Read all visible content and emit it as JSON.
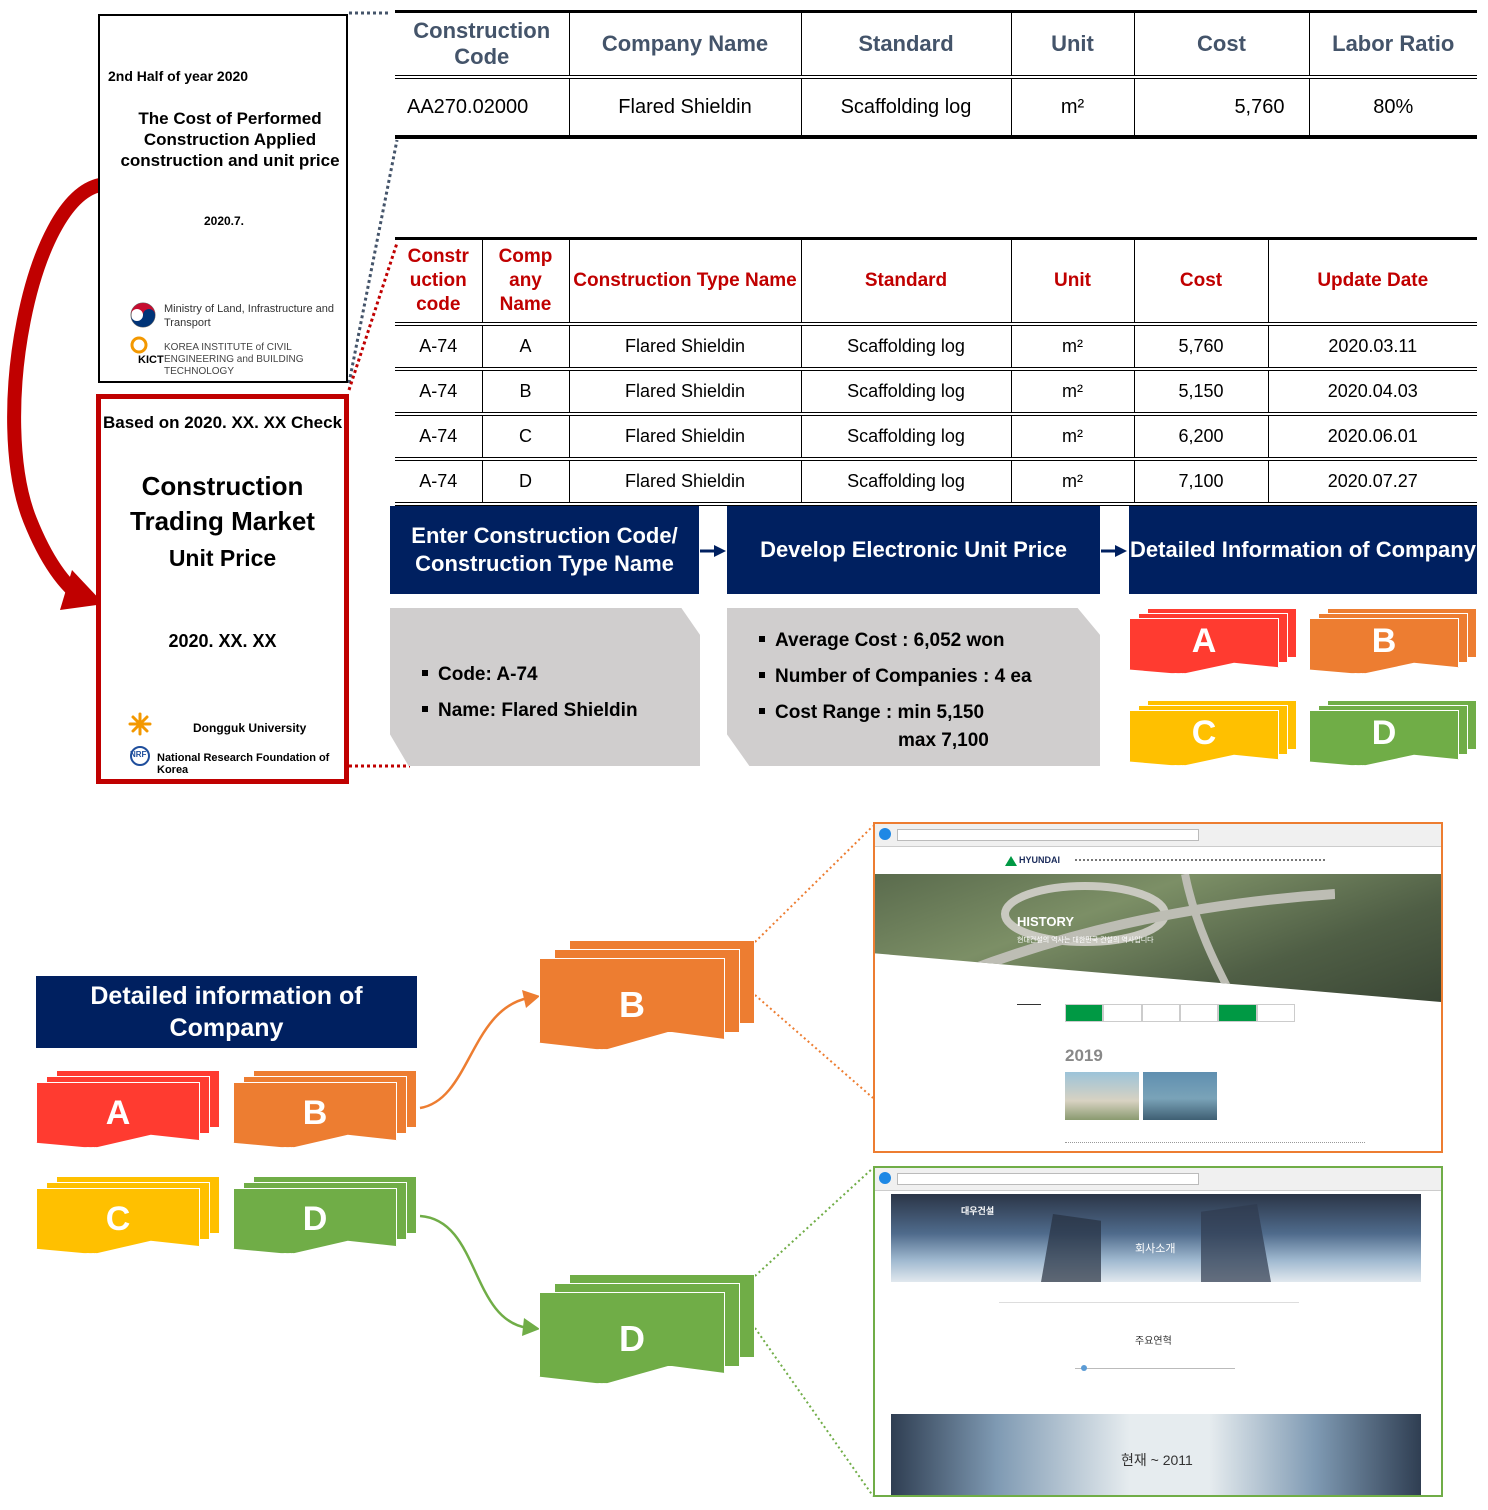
{
  "booklet1": {
    "period": "2nd Half of year 2020",
    "title": "The Cost of Performed Construction Applied construction and unit price",
    "date": "2020.7.",
    "org1": "Ministry of Land, Infrastructure and Transport",
    "org2_abbr": "KICT",
    "org2": "KOREA INSTITUTE of CIVIL ENGINEERING and BUILDING TECHNOLOGY"
  },
  "booklet2": {
    "check": "Based on 2020. XX. XX Check",
    "title": "Construction Trading Market",
    "subtitle": "Unit Price",
    "date": "2020. XX. XX",
    "org1": "Dongguk University",
    "org2_abbr": "NRF",
    "org2": "National Research Foundation of Korea"
  },
  "table1": {
    "headers": [
      "Construction Code",
      "Company Name",
      "Standard",
      "Unit",
      "Cost",
      "Labor Ratio"
    ],
    "row": [
      "AA270.02000",
      "Flared Shieldin",
      "Scaffolding log",
      "m²",
      "5,760",
      "80%"
    ]
  },
  "table2": {
    "headers": [
      "Constr uction code",
      "Comp any Name",
      "Construction Type Name",
      "Standard",
      "Unit",
      "Cost",
      "Update Date"
    ],
    "rows": [
      [
        "A-74",
        "A",
        "Flared Shieldin",
        "Scaffolding log",
        "m²",
        "5,760",
        "2020.03.11"
      ],
      [
        "A-74",
        "B",
        "Flared Shieldin",
        "Scaffolding log",
        "m²",
        "5,150",
        "2020.04.03"
      ],
      [
        "A-74",
        "C",
        "Flared Shieldin",
        "Scaffolding log",
        "m²",
        "6,200",
        "2020.06.01"
      ],
      [
        "A-74",
        "D",
        "Flared Shieldin",
        "Scaffolding log",
        "m²",
        "7,100",
        "2020.07.27"
      ]
    ]
  },
  "process": {
    "step1": "Enter Construction Code/ Construction Type Name",
    "step2": "Develop Electronic Unit Price",
    "step3": "Detailed Information of Company",
    "input_bullets": [
      "Code: A-74",
      "Name: Flared Shieldin"
    ],
    "result_bullets": [
      "Average Cost : 6,052 won",
      "Number of Companies : 4 ea",
      "Cost Range : min 5,150"
    ],
    "result_max": "max 7,100"
  },
  "companies": {
    "labels": [
      "A",
      "B",
      "C",
      "D"
    ],
    "colors": [
      "#ff3b30",
      "#ed7d31",
      "#ffc000",
      "#70ad47"
    ]
  },
  "detail_section": {
    "title": "Detailed information of Company",
    "linked": [
      "B",
      "D"
    ]
  },
  "websiteB": {
    "logo": "HYUNDAI",
    "hero_title": "HISTORY",
    "hero_sub": "현대건설의 역사는 대한민국 건설의 역사입니다",
    "year": "2019",
    "color": "#009944"
  },
  "websiteD": {
    "logo": "대우건설",
    "hero_title": "회사소개",
    "section_title": "주요연혁",
    "banner": "현재 ~ 2011"
  },
  "colors": {
    "navy": "#002060",
    "red": "#c00000",
    "grey": "#d0cece",
    "header_blue": "#44546a"
  }
}
